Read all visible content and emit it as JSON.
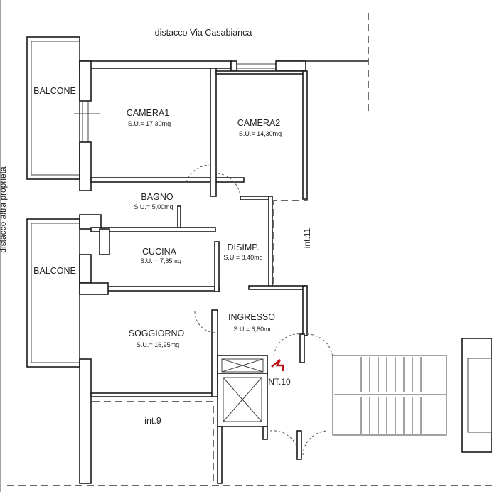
{
  "labels": {
    "top_street": "distacco Via Casabianca",
    "left_side": "distacco altra proprietà",
    "int9": "int.9",
    "int10": "INT.10",
    "int11": "int.11"
  },
  "rooms": [
    {
      "name": "BALCONE",
      "area": ""
    },
    {
      "name": "CAMERA1",
      "area": "S.U.=  17,30mq"
    },
    {
      "name": "CAMERA2",
      "area": "S.U.=  14,30mq"
    },
    {
      "name": "BAGNO",
      "area": "S.U.= 5,00mq"
    },
    {
      "name": "CUCINA",
      "area": "S.U. =  7,85mq"
    },
    {
      "name": "DISIMP.",
      "area": "S.U.=  8,40mq"
    },
    {
      "name": "BALCONE",
      "area": ""
    },
    {
      "name": "INGRESSO",
      "area": "S.U.=  6,80mq"
    },
    {
      "name": "SOGGIORNO",
      "area": "S.U.=  16,95mq"
    }
  ],
  "colors": {
    "entrance_marker": "#c0161b"
  }
}
